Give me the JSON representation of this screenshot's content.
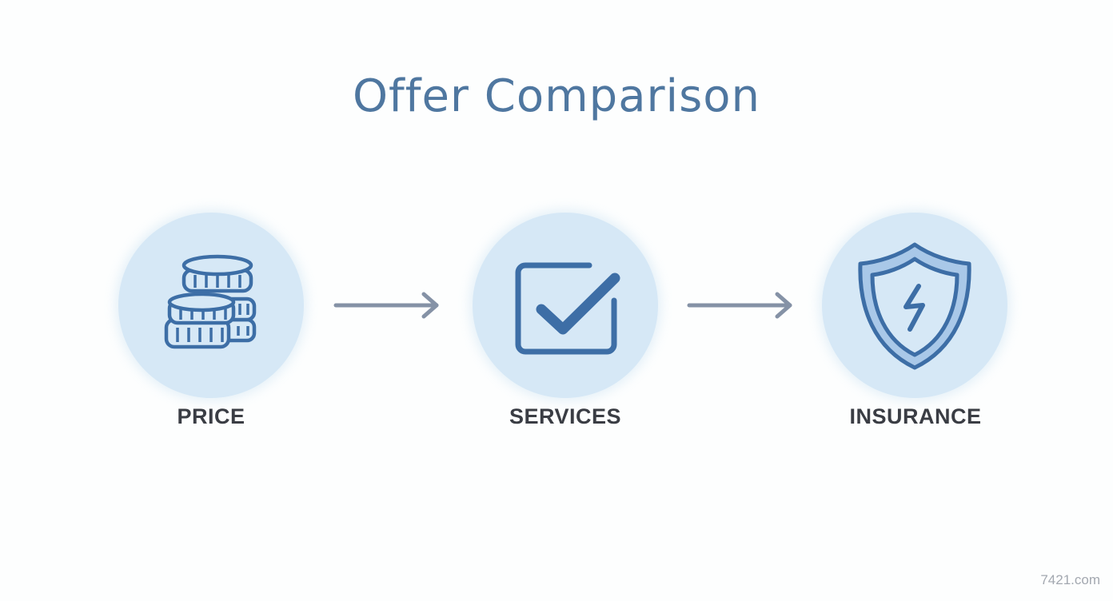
{
  "title": "Offer Comparison",
  "steps": [
    {
      "label": "PRICE",
      "icon": "coins-icon"
    },
    {
      "label": "SERVICES",
      "icon": "checkbox-check-icon"
    },
    {
      "label": "INSURANCE",
      "icon": "shield-lightning-icon"
    }
  ],
  "watermark": "7421.com",
  "colors": {
    "title": "#4f77a0",
    "circle_fill": "#d6e8f6",
    "icon": "#3d6ea6",
    "icon_fill": "#a9c8e8",
    "label": "#3a3d44",
    "arrow": "#8592a6",
    "watermark": "#a3a8b0"
  }
}
